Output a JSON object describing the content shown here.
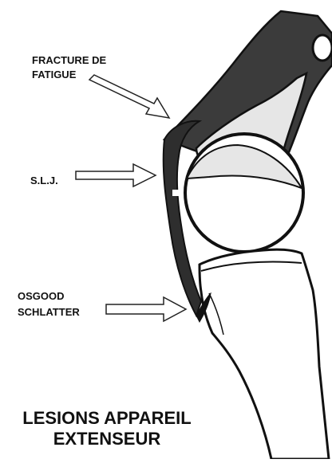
{
  "labels": {
    "fracture_line1": "FRACTURE DE",
    "fracture_line2": "FATIGUE",
    "slj": "S.L.J.",
    "osgood_line1": "OSGOOD",
    "osgood_line2": "SCHLATTER"
  },
  "title": {
    "line1": "LESIONS APPAREIL",
    "line2": "EXTENSEUR"
  },
  "colors": {
    "femur_shaft": "#3b3b3b",
    "bone_outline": "#111111",
    "cartilage": "#e6e6e6",
    "background": "#ffffff"
  }
}
